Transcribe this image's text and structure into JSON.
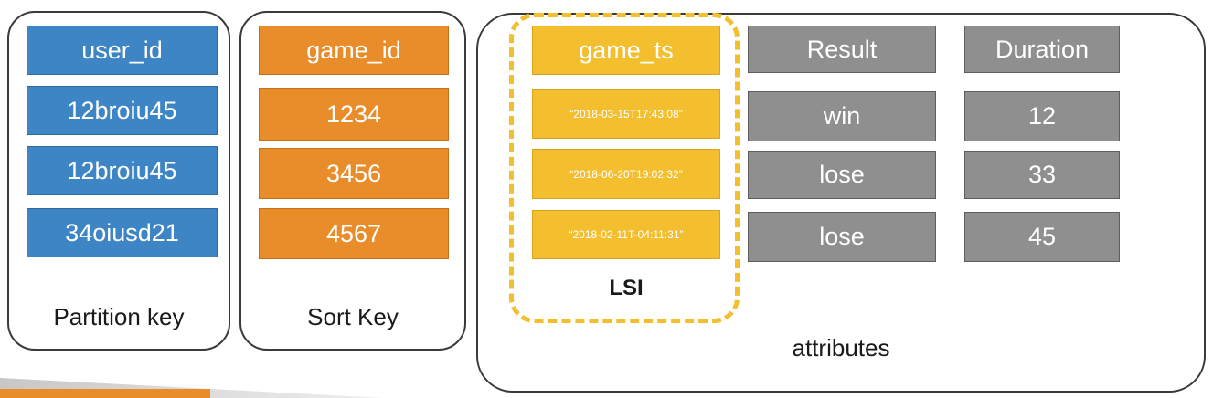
{
  "partition": {
    "header": "user_id",
    "values": [
      "12broiu45",
      "12broiu45",
      "34oiusd21"
    ],
    "caption": "Partition key"
  },
  "sort": {
    "header": "game_id",
    "values": [
      "1234",
      "3456",
      "4567"
    ],
    "caption": "Sort Key"
  },
  "lsi": {
    "header": "game_ts",
    "values": [
      "“2018-03-15T17:43:08”",
      "“2018-06-20T19:02:32”",
      "“2018-02-11T-04:11:31”"
    ],
    "label": "LSI"
  },
  "result": {
    "header": "Result",
    "values": [
      "win",
      "lose",
      "lose"
    ]
  },
  "duration": {
    "header": "Duration",
    "values": [
      "12",
      "33",
      "45"
    ]
  },
  "attributes_caption": "attributes",
  "colors": {
    "partition": "#3e85c6",
    "sort": "#e98c2a",
    "lsi": "#f3bf2f",
    "attribute": "#8f8f8f"
  }
}
